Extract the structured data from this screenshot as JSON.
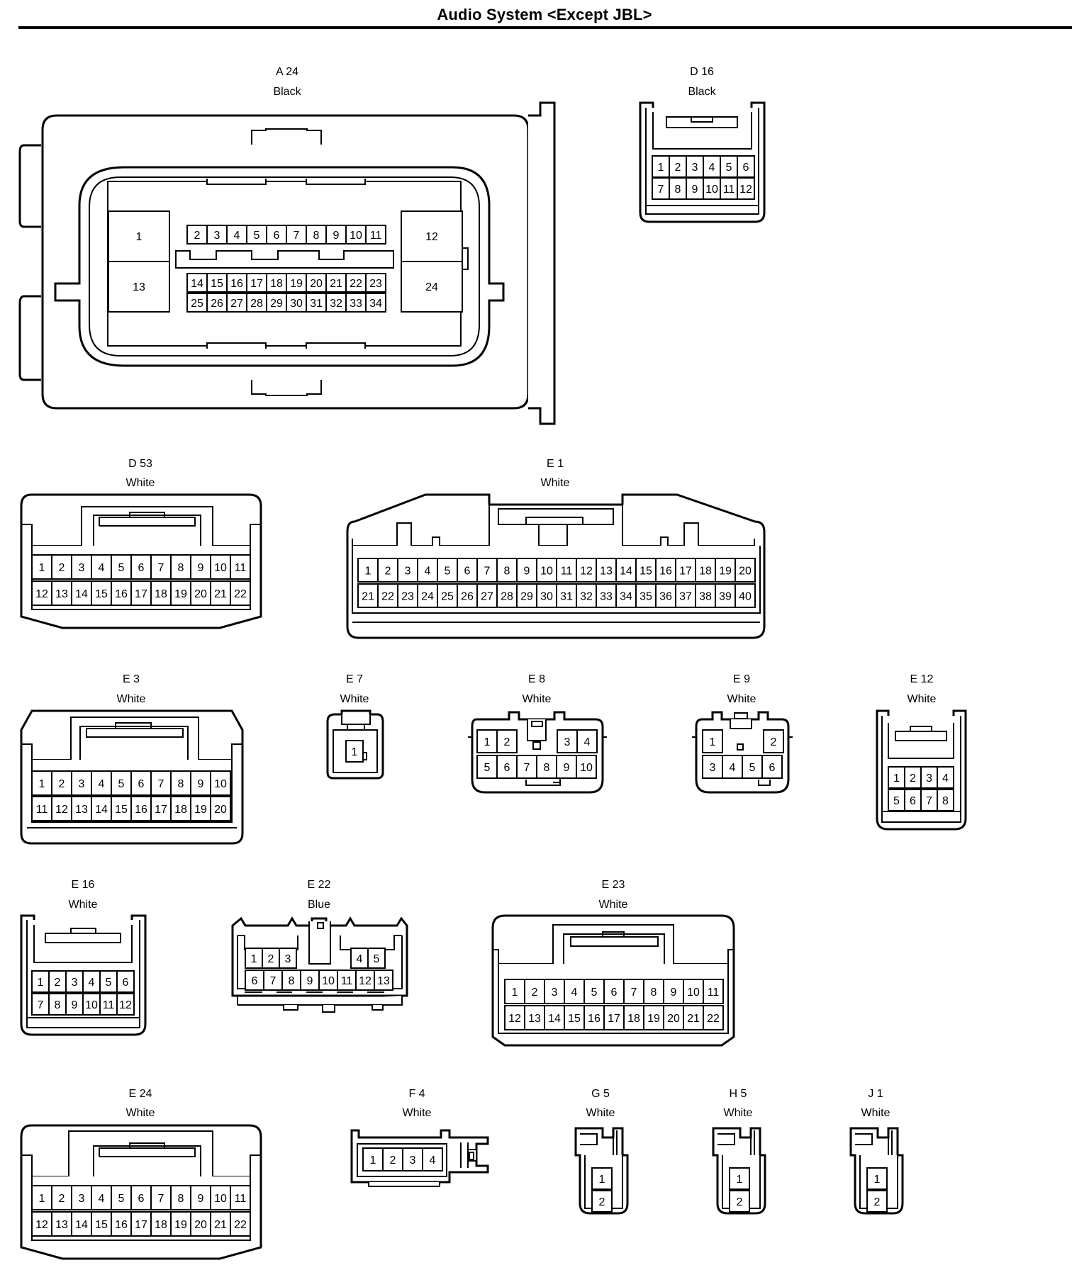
{
  "title": "Audio System <Except JBL>",
  "connectors": [
    {
      "id": "A24",
      "code": "A 24",
      "color": "Black",
      "pins": [
        [
          "1",
          "13"
        ],
        [
          "2",
          "3",
          "4",
          "5",
          "6",
          "7",
          "8",
          "9",
          "10",
          "11"
        ],
        [
          "14",
          "15",
          "16",
          "17",
          "18",
          "19",
          "20",
          "21",
          "22",
          "23"
        ],
        [
          "25",
          "26",
          "27",
          "28",
          "29",
          "30",
          "31",
          "32",
          "33",
          "34"
        ],
        [
          "12",
          "24"
        ]
      ]
    },
    {
      "id": "D16",
      "code": "D 16",
      "color": "Black",
      "pins": [
        [
          "1",
          "2",
          "3",
          "4",
          "5",
          "6"
        ],
        [
          "7",
          "8",
          "9",
          "10",
          "11",
          "12"
        ]
      ]
    },
    {
      "id": "D53",
      "code": "D 53",
      "color": "White",
      "pins": [
        [
          "1",
          "2",
          "3",
          "4",
          "5",
          "6",
          "7",
          "8",
          "9",
          "10",
          "11"
        ],
        [
          "12",
          "13",
          "14",
          "15",
          "16",
          "17",
          "18",
          "19",
          "20",
          "21",
          "22"
        ]
      ]
    },
    {
      "id": "E1",
      "code": "E 1",
      "color": "White",
      "pins": [
        [
          "1",
          "2",
          "3",
          "4",
          "5",
          "6",
          "7",
          "8",
          "9",
          "10",
          "11",
          "12",
          "13",
          "14",
          "15",
          "16",
          "17",
          "18",
          "19",
          "20"
        ],
        [
          "21",
          "22",
          "23",
          "24",
          "25",
          "26",
          "27",
          "28",
          "29",
          "30",
          "31",
          "32",
          "33",
          "34",
          "35",
          "36",
          "37",
          "38",
          "39",
          "40"
        ]
      ]
    },
    {
      "id": "E3",
      "code": "E 3",
      "color": "White",
      "pins": [
        [
          "1",
          "2",
          "3",
          "4",
          "5",
          "6",
          "7",
          "8",
          "9",
          "10"
        ],
        [
          "11",
          "12",
          "13",
          "14",
          "15",
          "16",
          "17",
          "18",
          "19",
          "20"
        ]
      ]
    },
    {
      "id": "E7",
      "code": "E 7",
      "color": "White",
      "pins": [
        [
          "1"
        ]
      ]
    },
    {
      "id": "E8",
      "code": "E 8",
      "color": "White",
      "pins": [
        [
          "1",
          "2",
          "",
          "",
          "3",
          "4"
        ],
        [
          "5",
          "6",
          "7",
          "8",
          "9",
          "10"
        ]
      ]
    },
    {
      "id": "E9",
      "code": "E 9",
      "color": "White",
      "pins": [
        [
          "1",
          "",
          "",
          "2"
        ],
        [
          "3",
          "4",
          "5",
          "6"
        ]
      ]
    },
    {
      "id": "E12",
      "code": "E 12",
      "color": "White",
      "pins": [
        [
          "1",
          "2",
          "3",
          "4"
        ],
        [
          "5",
          "6",
          "7",
          "8"
        ]
      ]
    },
    {
      "id": "E16",
      "code": "E 16",
      "color": "White",
      "pins": [
        [
          "1",
          "2",
          "3",
          "4",
          "5",
          "6"
        ],
        [
          "7",
          "8",
          "9",
          "10",
          "11",
          "12"
        ]
      ]
    },
    {
      "id": "E22",
      "code": "E 22",
      "color": "Blue",
      "pins": [
        [
          "1",
          "2",
          "3"
        ],
        [
          "4",
          "5"
        ],
        [
          "6",
          "7",
          "8",
          "9",
          "10",
          "11",
          "12",
          "13"
        ]
      ]
    },
    {
      "id": "E23",
      "code": "E 23",
      "color": "White",
      "pins": [
        [
          "1",
          "2",
          "3",
          "4",
          "5",
          "6",
          "7",
          "8",
          "9",
          "10",
          "11"
        ],
        [
          "12",
          "13",
          "14",
          "15",
          "16",
          "17",
          "18",
          "19",
          "20",
          "21",
          "22"
        ]
      ]
    },
    {
      "id": "E24",
      "code": "E 24",
      "color": "White",
      "pins": [
        [
          "1",
          "2",
          "3",
          "4",
          "5",
          "6",
          "7",
          "8",
          "9",
          "10",
          "11"
        ],
        [
          "12",
          "13",
          "14",
          "15",
          "16",
          "17",
          "18",
          "19",
          "20",
          "21",
          "22"
        ]
      ]
    },
    {
      "id": "F4",
      "code": "F 4",
      "color": "White",
      "pins": [
        [
          "1",
          "2",
          "3",
          "4"
        ]
      ]
    },
    {
      "id": "G5",
      "code": "G 5",
      "color": "White",
      "pins": [
        [
          "1"
        ],
        [
          "2"
        ]
      ]
    },
    {
      "id": "H5",
      "code": "H 5",
      "color": "White",
      "pins": [
        [
          "1"
        ],
        [
          "2"
        ]
      ]
    },
    {
      "id": "J1",
      "code": "J 1",
      "color": "White",
      "pins": [
        [
          "1"
        ],
        [
          "2"
        ]
      ]
    }
  ]
}
